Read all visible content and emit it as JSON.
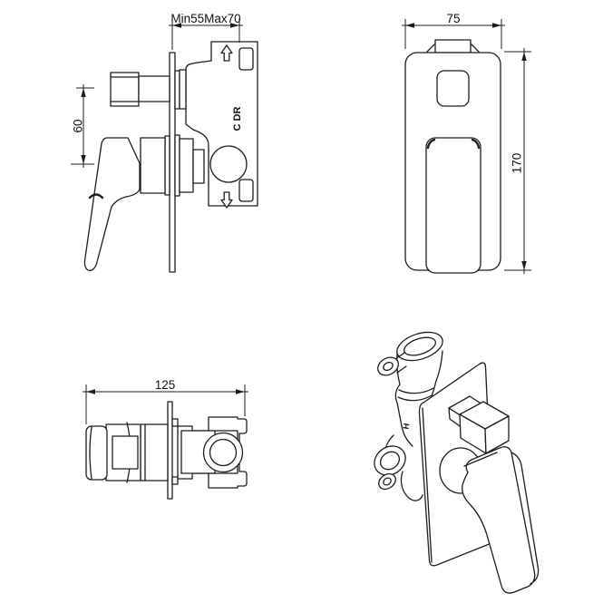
{
  "canvas": {
    "background": "#ffffff",
    "line_color": "#1c1c1c"
  },
  "drawing": {
    "type": "technical-drawing",
    "subject": "concealed shower mixer valve with diverter",
    "views": {
      "side": {
        "name": "side section view",
        "dim_depth_label": "Min55Max70",
        "dim_height_label": "60",
        "port_marking": "C DR"
      },
      "front": {
        "name": "front view",
        "dim_width_label": "75",
        "dim_height_label": "170"
      },
      "top": {
        "name": "top view",
        "dim_width_label": "125"
      },
      "perspective": {
        "name": "perspective view",
        "hot_marking": "H"
      }
    },
    "icons": {
      "up_arrow": "flow-direction-up",
      "down_arrow": "flow-direction-down"
    }
  }
}
